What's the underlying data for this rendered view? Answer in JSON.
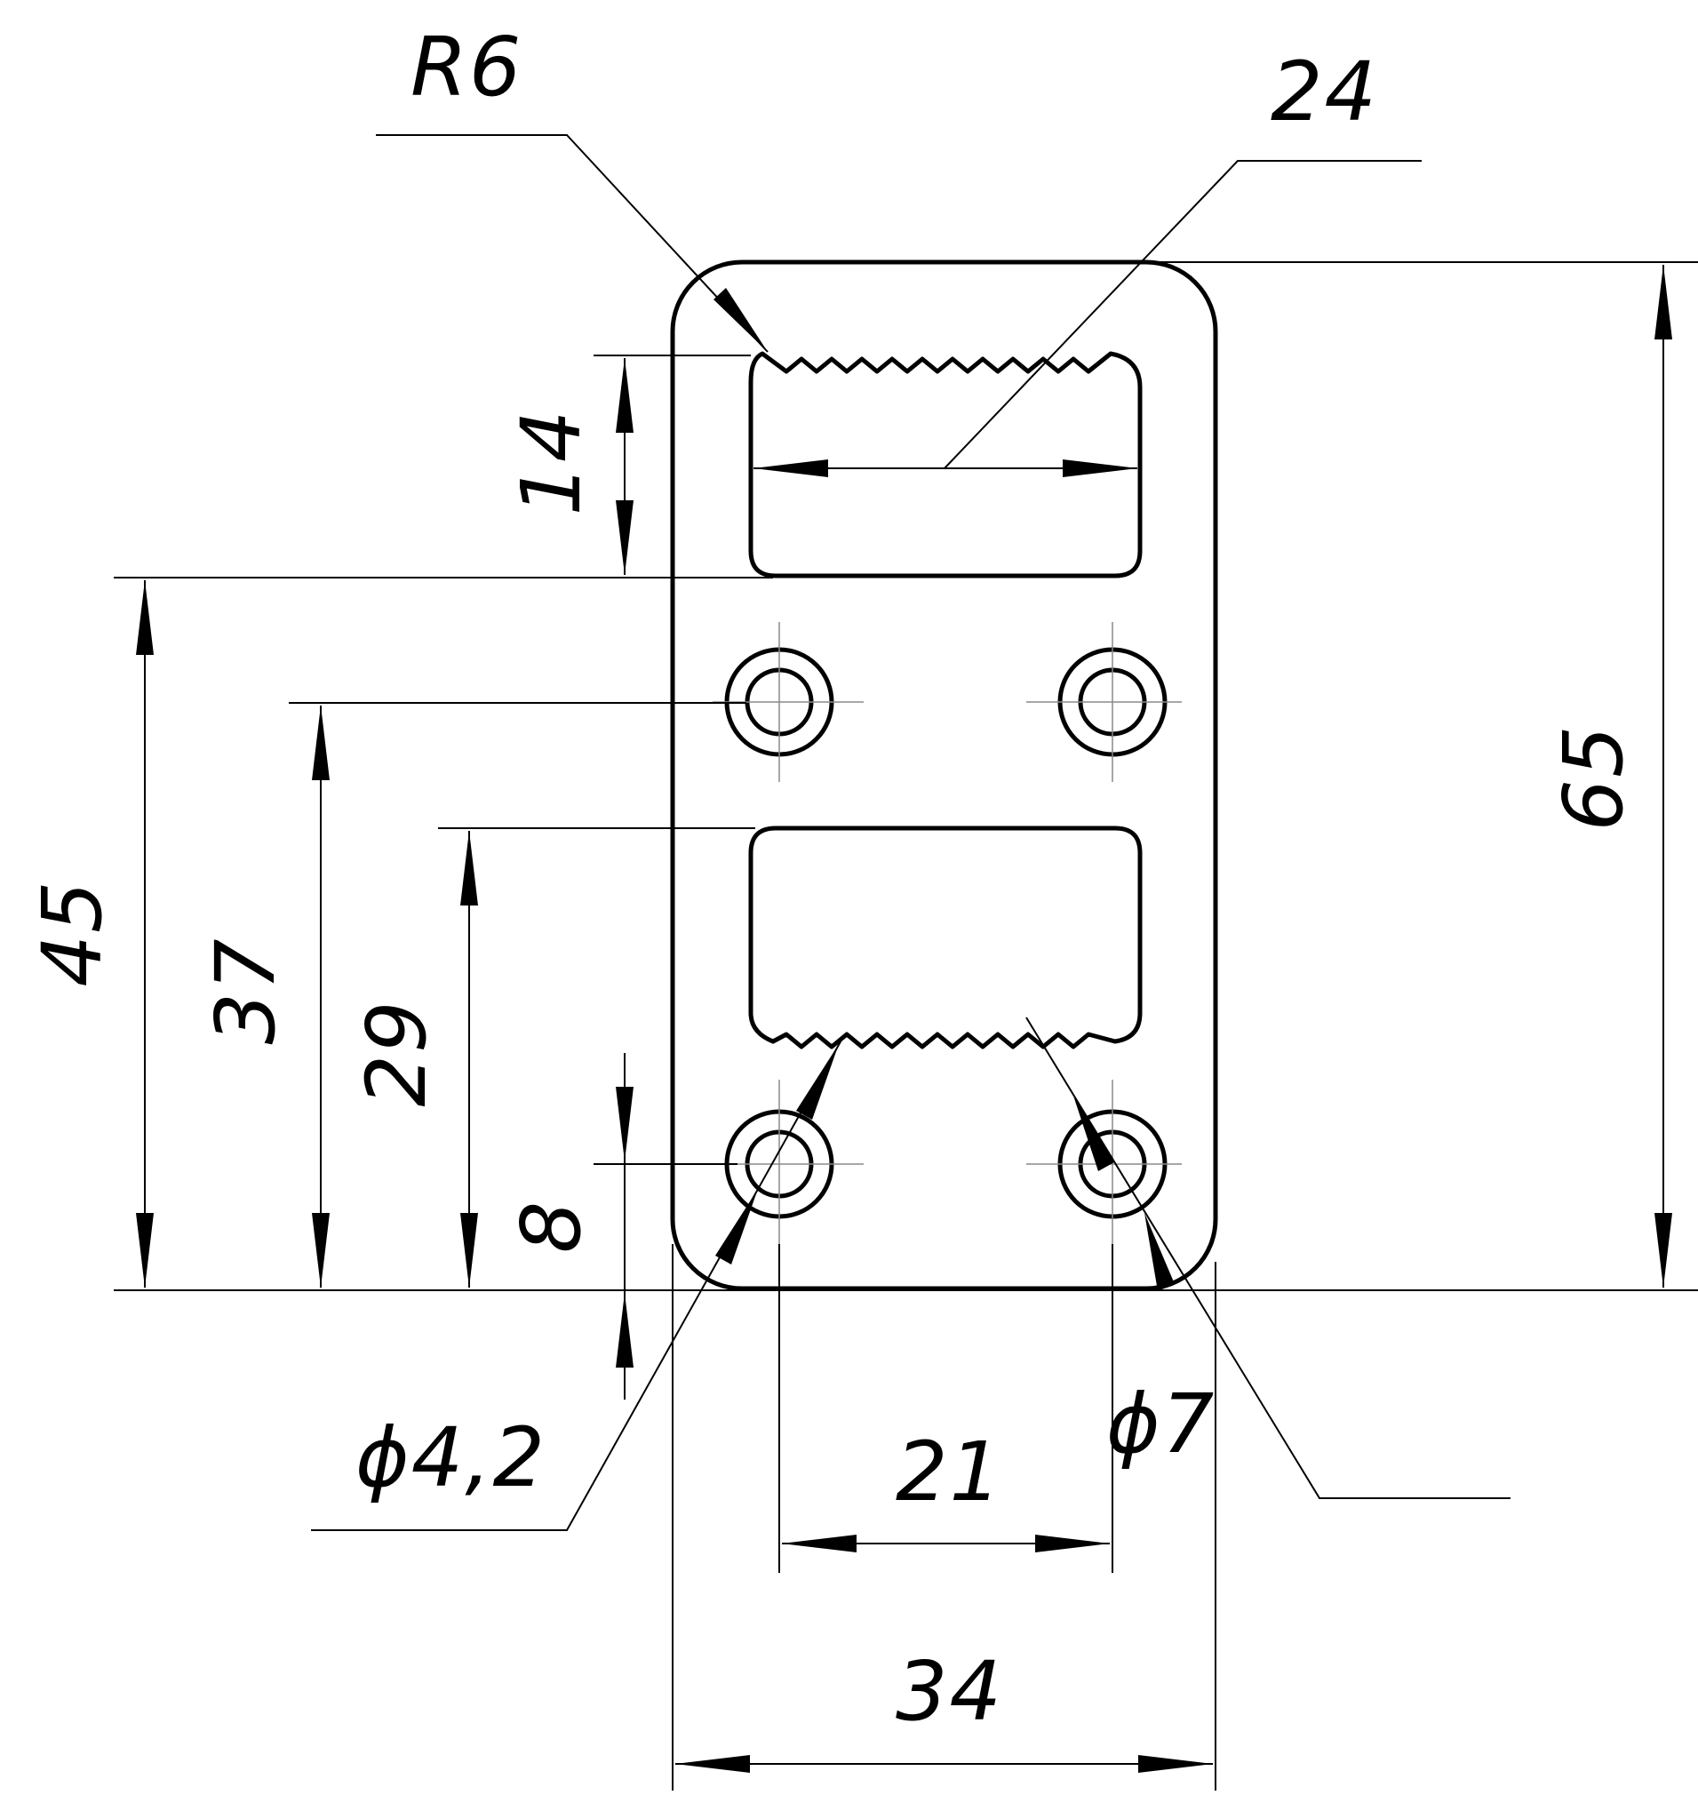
{
  "dimensions": {
    "radius": "R6",
    "slot_width": "24",
    "slot_height": "14",
    "overall_height": "65",
    "dim_45": "45",
    "dim_37": "37",
    "dim_29": "29",
    "dim_8": "8",
    "small_hole_diameter": "ϕ4,2",
    "large_hole_diameter": "ϕ7",
    "hole_spacing": "21",
    "overall_width": "34"
  },
  "colors": {
    "line": "#000000",
    "centerline": "#8a8a8a",
    "background": "#ffffff"
  }
}
